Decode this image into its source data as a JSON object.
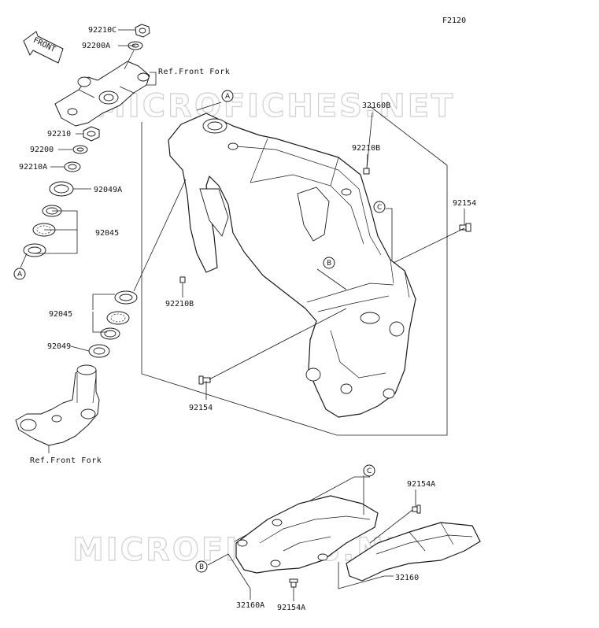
{
  "diagram_code": "F2120",
  "direction_label": "FRONT",
  "watermark_text": "MICROFICHES.NET",
  "ref_front_fork_top": "Ref.Front Fork",
  "ref_front_fork_bottom": "Ref.Front Fork",
  "callouts": {
    "a_main": "A",
    "a_left": "A",
    "b_main": "B",
    "b_sub": "B",
    "c_main": "C",
    "c_sub": "C"
  },
  "parts": {
    "p92210C": "92210C",
    "p92200A": "92200A",
    "p92210_top": "92210",
    "p92200": "92200",
    "p92210A": "92210A",
    "p92049A": "92049A",
    "p92045_top": "92045",
    "p92045_mid": "92045",
    "p92049": "92049",
    "p32160B": "32160B",
    "p92210B_top": "92210B",
    "p92210B_left": "92210B",
    "p92154_right": "92154",
    "p92154_left": "92154",
    "p92154A_top": "92154A",
    "p92154A_bottom": "92154A",
    "p32160": "32160",
    "p32160A": "32160A"
  }
}
